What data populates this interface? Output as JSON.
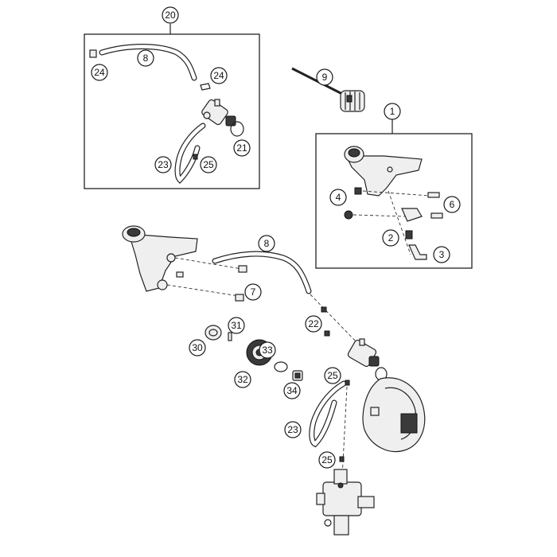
{
  "callouts": [
    {
      "id": "c20",
      "label": "20"
    },
    {
      "id": "c8a",
      "label": "8"
    },
    {
      "id": "c24a",
      "label": "24"
    },
    {
      "id": "c24b",
      "label": "24"
    },
    {
      "id": "c21",
      "label": "21"
    },
    {
      "id": "c23a",
      "label": "23"
    },
    {
      "id": "c25a",
      "label": "25"
    },
    {
      "id": "c9",
      "label": "9"
    },
    {
      "id": "c1",
      "label": "1"
    },
    {
      "id": "c4",
      "label": "4"
    },
    {
      "id": "c6",
      "label": "6"
    },
    {
      "id": "c2",
      "label": "2"
    },
    {
      "id": "c3",
      "label": "3"
    },
    {
      "id": "c8b",
      "label": "8"
    },
    {
      "id": "c7",
      "label": "7"
    },
    {
      "id": "c31",
      "label": "31"
    },
    {
      "id": "c22",
      "label": "22"
    },
    {
      "id": "c30",
      "label": "30"
    },
    {
      "id": "c33",
      "label": "33"
    },
    {
      "id": "c32",
      "label": "32"
    },
    {
      "id": "c25b",
      "label": "25"
    },
    {
      "id": "c34",
      "label": "34"
    },
    {
      "id": "c23b",
      "label": "23"
    },
    {
      "id": "c25c",
      "label": "25"
    }
  ]
}
